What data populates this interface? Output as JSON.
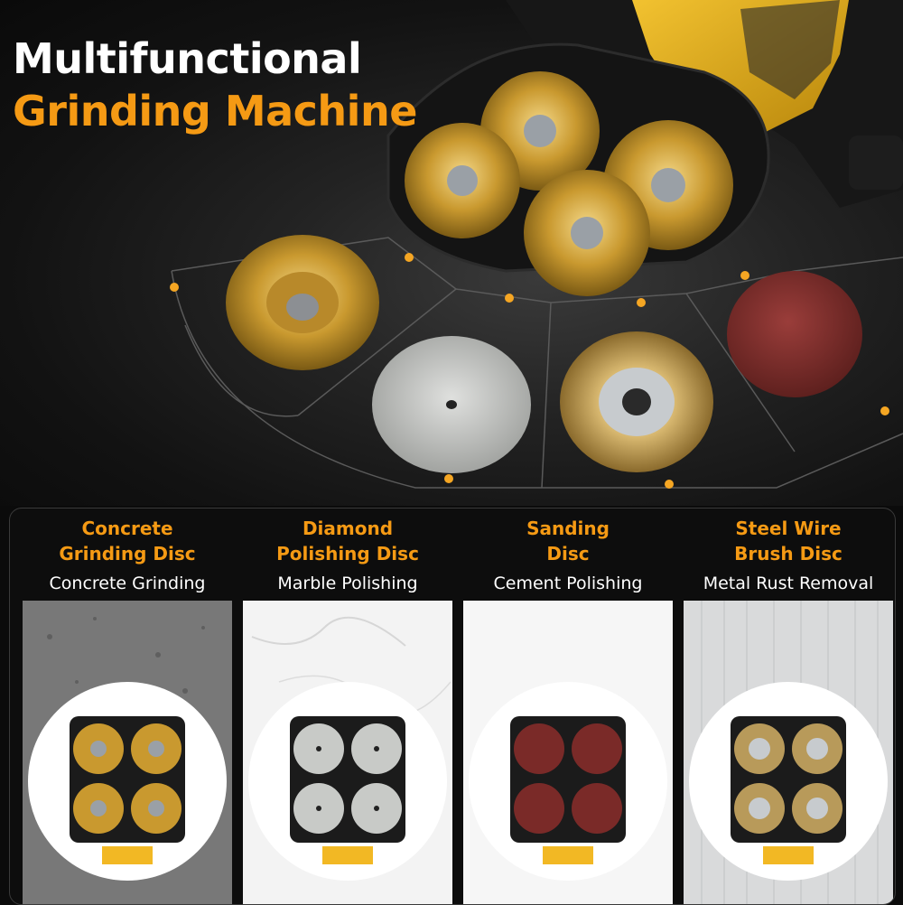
{
  "title": {
    "line1": "Multifunctional",
    "line2": "Grinding Machine"
  },
  "colors": {
    "accent": "#f59a14",
    "title_white": "#ffffff",
    "background": "#0b0b0b"
  },
  "discs": [
    {
      "name_line1": "Concrete",
      "name_line2": "Grinding Disc",
      "use": "Concrete Grinding",
      "icon": "cup-grinding-wheel-icon"
    },
    {
      "name_line1": "Diamond",
      "name_line2": "Polishing Disc",
      "use": "Marble Polishing",
      "icon": "diamond-polishing-pad-icon"
    },
    {
      "name_line1": "Sanding",
      "name_line2": "Disc",
      "use": "Cement Polishing",
      "icon": "sanding-disc-icon"
    },
    {
      "name_line1": "Steel Wire",
      "name_line2": "Brush Disc",
      "use": "Metal Rust Removal",
      "icon": "wire-brush-wheel-icon"
    }
  ]
}
